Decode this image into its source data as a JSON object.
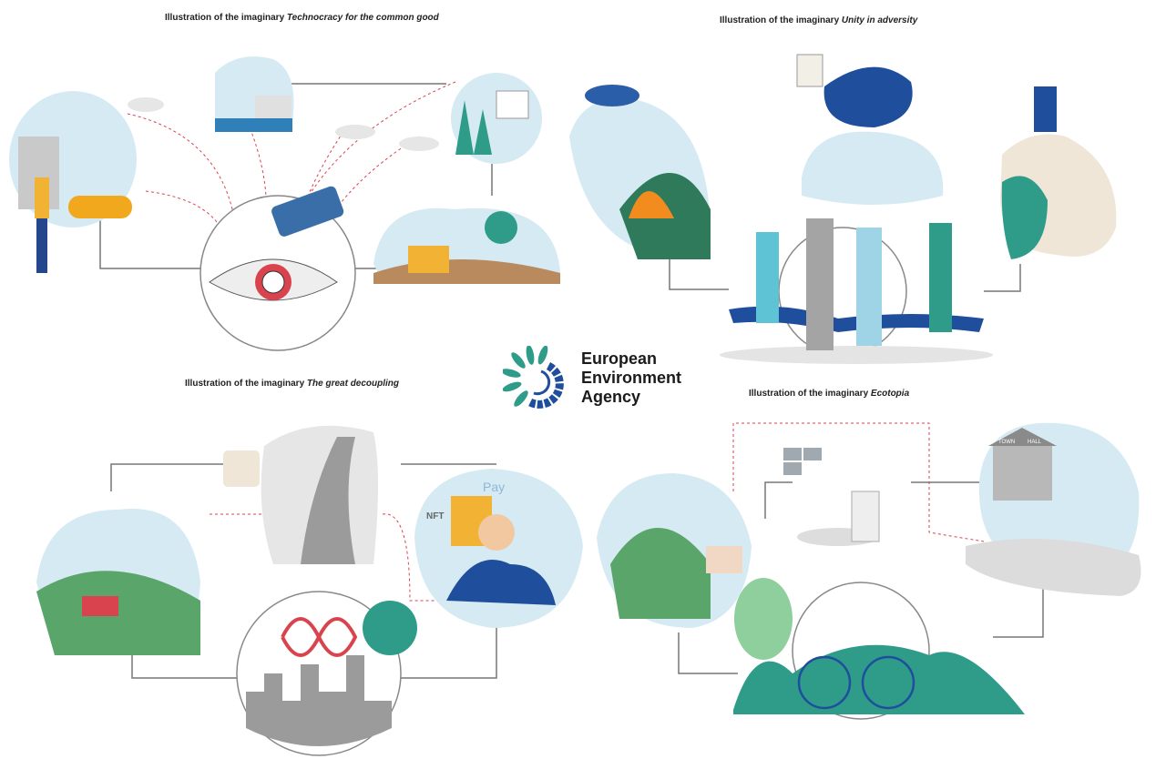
{
  "panels": [
    {
      "prefix": "Illustration of the imaginary ",
      "name": "Technocracy for the common good"
    },
    {
      "prefix": "Illustration of the imaginary ",
      "name": "Unity in adversity"
    },
    {
      "prefix": "Illustration of the imaginary ",
      "name": "The great decoupling"
    },
    {
      "prefix": "Illustration of the imaginary ",
      "name": "Ecotopia"
    }
  ],
  "logo": {
    "line1": "European",
    "line2": "Environment",
    "line3": "Agency"
  },
  "illustration_labels": {
    "pay": "Pay",
    "nft": "NFT",
    "town": "TOWN",
    "hall": "HALL"
  },
  "colors": {
    "teal": "#2f9c8a",
    "blue": "#1f4e9c",
    "lightblue": "#d6eaf3",
    "gray": "#8a8a8a",
    "red": "#d9434e"
  }
}
